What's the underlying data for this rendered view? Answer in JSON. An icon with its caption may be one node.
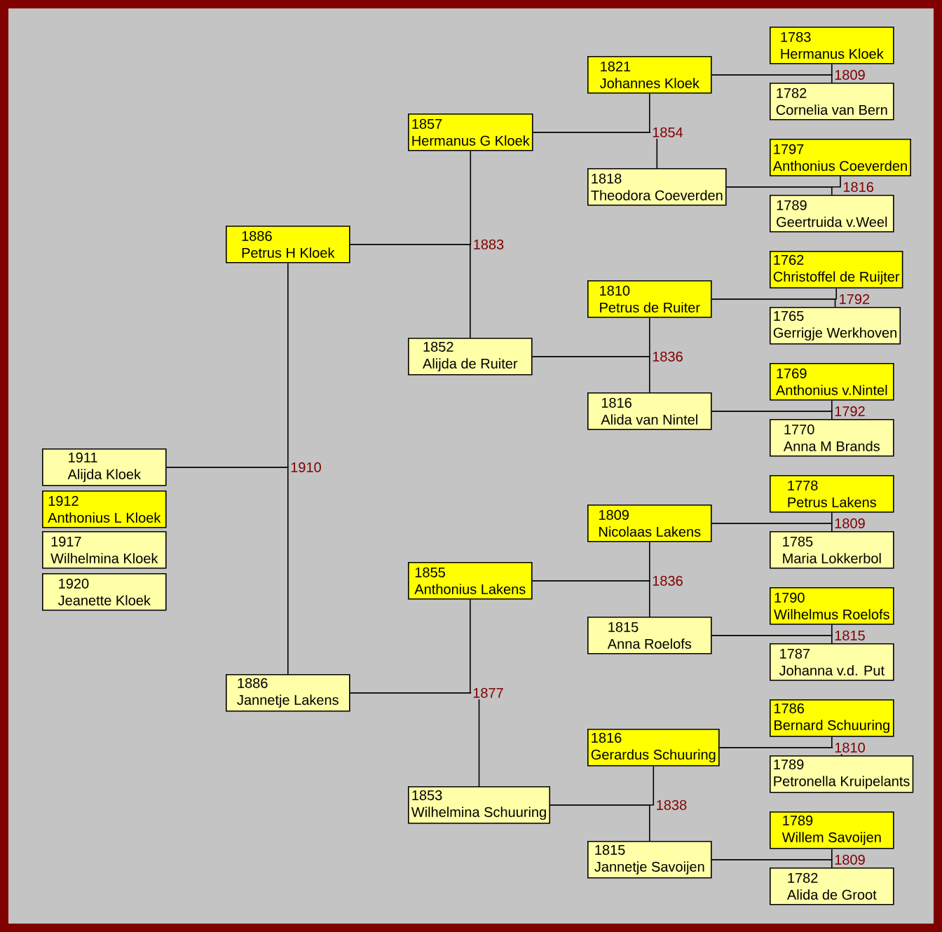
{
  "diagram": {
    "nodes": [
      {
        "text": [
          "1911",
          "Alijda Kloek"
        ]
      },
      {
        "text": [
          "1912",
          "Anthonius L Kloek"
        ]
      },
      {
        "text": [
          "1917",
          "Wilhelmina Kloek"
        ]
      },
      {
        "text": [
          "1920",
          "Jeanette Kloek"
        ]
      },
      {
        "text": [
          "1886",
          "Petrus H Kloek"
        ]
      },
      {
        "text": [
          "1886",
          "Jannetje Lakens"
        ]
      },
      {
        "text": [
          "1857",
          "Hermanus G Kloek"
        ]
      },
      {
        "text": [
          "1852",
          "Alijda de Ruiter"
        ]
      },
      {
        "text": [
          "1855",
          "Anthonius Lakens"
        ]
      },
      {
        "text": [
          "1853",
          "Wilhelmina Schuuring"
        ]
      },
      {
        "text": [
          "1821",
          "Johannes Kloek"
        ]
      },
      {
        "text": [
          "1818",
          "Theodora Coeverden"
        ]
      },
      {
        "text": [
          "1810",
          "Petrus de Ruiter"
        ]
      },
      {
        "text": [
          "1816",
          "Alida van Nintel"
        ]
      },
      {
        "text": [
          "1809",
          "Nicolaas Lakens"
        ]
      },
      {
        "text": [
          "1815",
          "Anna Roelofs"
        ]
      },
      {
        "text": [
          "1816",
          "Gerardus Schuuring"
        ]
      },
      {
        "text": [
          "1815",
          "Jannetje Savoijen"
        ]
      },
      {
        "text": [
          "1783",
          "Hermanus Kloek"
        ]
      },
      {
        "text": [
          "1782",
          "Cornelia van Bern"
        ]
      },
      {
        "text": [
          "1797",
          "Anthonius Coeverden"
        ]
      },
      {
        "text": [
          "1789",
          "Geertruida v.Weel"
        ]
      },
      {
        "text": [
          "1762",
          "Christoffel de Ruijter"
        ]
      },
      {
        "text": [
          "1765",
          "Gerrigje Werkhoven"
        ]
      },
      {
        "text": [
          "1769",
          "Anthonius v.Nintel"
        ]
      },
      {
        "text": [
          "1770",
          "Anna M Brands"
        ]
      },
      {
        "text": [
          "1778",
          "Petrus Lakens"
        ]
      },
      {
        "text": [
          "1785",
          "Maria Lokkerbol"
        ]
      },
      {
        "text": [
          "1790",
          "Wilhelmus Roelofs"
        ]
      },
      {
        "text": [
          "1787",
          "Johanna v.d. Put"
        ]
      },
      {
        "text": [
          "1786",
          "Bernard Schuuring"
        ]
      },
      {
        "text": [
          "1789",
          "Petronella Kruipelants"
        ]
      },
      {
        "text": [
          "1789",
          "Willem Savoijen"
        ]
      },
      {
        "text": [
          "1782",
          "Alida de Groot"
        ]
      }
    ],
    "edges": [
      {
        "from": 0,
        "to": 4,
        "arrow": "none",
        "label": "1910"
      },
      {
        "from": 0,
        "to": 5,
        "arrow": "none"
      },
      {
        "from": 4,
        "to": 6,
        "arrow": "none",
        "label": "1883"
      },
      {
        "from": 4,
        "to": 7,
        "arrow": "none"
      },
      {
        "from": 5,
        "to": 8,
        "arrow": "none",
        "label": "1877"
      },
      {
        "from": 5,
        "to": 9,
        "arrow": "none"
      },
      {
        "from": 6,
        "to": 10,
        "arrow": "none",
        "label": "1854"
      },
      {
        "from": 6,
        "to": 11,
        "arrow": "none"
      },
      {
        "from": 7,
        "to": 12,
        "arrow": "none",
        "label": "1836"
      },
      {
        "from": 7,
        "to": 13,
        "arrow": "none"
      },
      {
        "from": 8,
        "to": 14,
        "arrow": "none",
        "label": "1836"
      },
      {
        "from": 8,
        "to": 15,
        "arrow": "none"
      },
      {
        "from": 9,
        "to": 16,
        "arrow": "none",
        "label": "1838"
      },
      {
        "from": 9,
        "to": 17,
        "arrow": "none"
      },
      {
        "from": 10,
        "to": 18,
        "arrow": "none",
        "label": "1809"
      },
      {
        "from": 10,
        "to": 19,
        "arrow": "none"
      },
      {
        "from": 11,
        "to": 20,
        "arrow": "none",
        "label": "1816"
      },
      {
        "from": 11,
        "to": 21,
        "arrow": "none"
      },
      {
        "from": 12,
        "to": 22,
        "arrow": "none",
        "label": "1792"
      },
      {
        "from": 12,
        "to": 23,
        "arrow": "none"
      },
      {
        "from": 13,
        "to": 24,
        "arrow": "none",
        "label": "1792"
      },
      {
        "from": 13,
        "to": 25,
        "arrow": "none"
      },
      {
        "from": 14,
        "to": 26,
        "arrow": "none",
        "label": "1809"
      },
      {
        "from": 14,
        "to": 27,
        "arrow": "none"
      },
      {
        "from": 15,
        "to": 28,
        "arrow": "none",
        "label": "1815"
      },
      {
        "from": 15,
        "to": 29,
        "arrow": "none"
      },
      {
        "from": 16,
        "to": 30,
        "arrow": "none",
        "label": "1810"
      },
      {
        "from": 16,
        "to": 31,
        "arrow": "none"
      },
      {
        "from": 17,
        "to": 32,
        "arrow": "none",
        "label": "1809"
      },
      {
        "from": 17,
        "to": 33,
        "arrow": "none"
      }
    ]
  }
}
